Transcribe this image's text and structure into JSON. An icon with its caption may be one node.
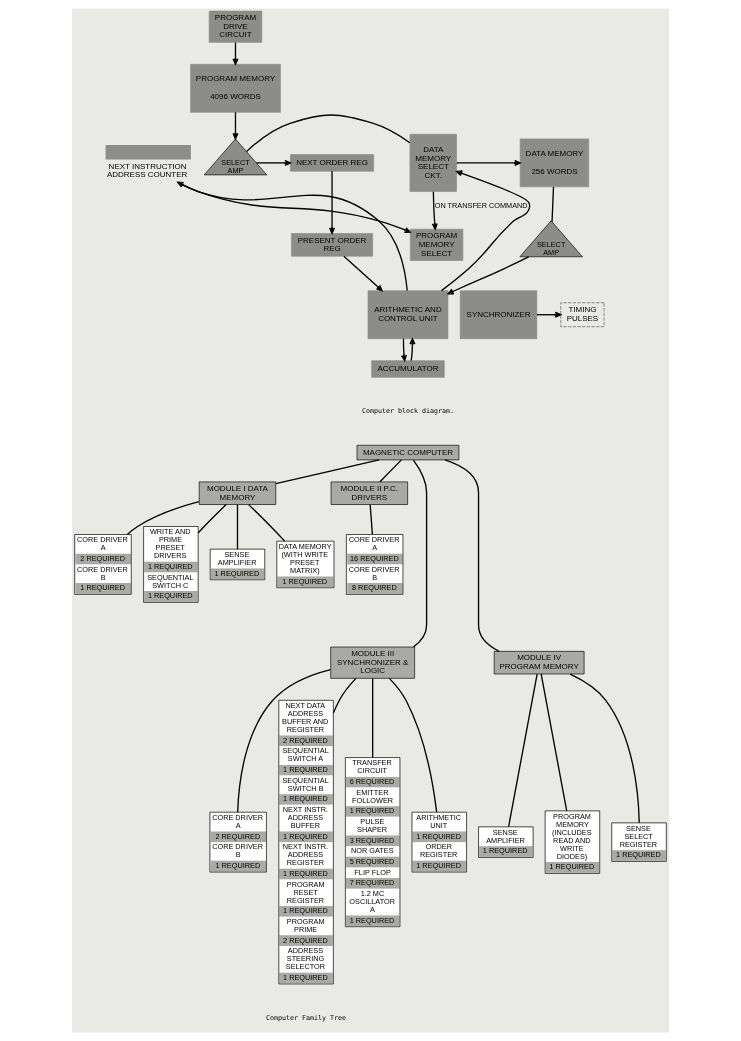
{
  "diagram": {
    "nodes": [
      {
        "text": [
          "PROGRAM MEMORY SELECT"
        ]
      },
      {
        "text": [
          "PROGRAM DRIVE CIRCUIT"
        ]
      },
      {
        "text": [
          "PROGRAM MEMORY",
          "4096 WORDS"
        ]
      },
      {
        "text": [
          "NEXT INSTRUCTION ADDRESS COUNTER"
        ]
      },
      {
        "text": [
          "DATA MEMORY SELECT CKT."
        ]
      },
      {
        "text": [
          "DATA MEMORY",
          "256 WORDS"
        ]
      },
      {
        "text": [
          "SELECT AMP"
        ]
      },
      {
        "text": [
          "NEXT ORDER REG"
        ]
      },
      {
        "text": [
          "PRESENT ORDER REG"
        ]
      },
      {
        "text": [
          "SYNCHRONIZER"
        ]
      },
      {
        "text": [
          "ARITHMETIC AND CONTROL UNIT"
        ]
      },
      {
        "text": [
          "ACCUMULATOR"
        ]
      },
      {
        "text": [
          "SELECT AMP"
        ]
      },
      {
        "text": [
          "TIMING PULSES"
        ]
      },
      {
        "text": [
          "MAGNETIC COMPUTER"
        ]
      },
      {
        "text": [
          "MODULE I DATA MEMORY"
        ]
      },
      {
        "text": [
          "WRITE AND PRIME PRESET DRIVERS",
          "1 REQUIRED",
          "SEQUENTIAL SWITCH C",
          "1 REQUIRED"
        ]
      },
      {
        "text": [
          "SENSE AMPLIFIER",
          "1 REQUIRED"
        ]
      },
      {
        "text": [
          "DATA MEMORY (WITH WRITE PRESET MATRIX)",
          "1 REQUIRED"
        ]
      },
      {
        "text": [
          "CORE DRIVER A",
          "2 REQUIRED",
          "CORE DRIVER B",
          "1 REQUIRED"
        ]
      },
      {
        "text": [
          "MODULE II P.C. DRIVERS"
        ]
      },
      {
        "text": [
          "CORE DRIVER A",
          "16 REQUIRED",
          "CORE DRIVER B",
          "8 REQUIRED"
        ]
      },
      {
        "text": [
          "MODULE III SYNCHRONIZER & LOGIC"
        ]
      },
      {
        "text": [
          "NEXT DATA ADDRESS BUFFER AND REGISTER",
          "2 REQUIRED",
          "SEQUENTIAL SWITCH A",
          "1 REQUIRED",
          "SEQUENTIAL SWITCH B",
          "1 REQUIRED",
          "NEXT INSTR. ADDRESS BUFFER",
          "1 REQUIRED",
          "NEXT INSTR. ADDRESS REGISTER",
          "1 REQUIRED",
          "PROGRAM RESET REGISTER",
          "1 REQUIRED",
          "PROGRAM PRIME",
          "2 REQUIRED",
          "ADDRESS STEERING SELECTOR",
          "1 REQUIRED"
        ]
      },
      {
        "text": [
          "TRANSFER CIRCUIT",
          "6 REQUIRED",
          "EMITTER FOLLOWER",
          "1 REQUIRED",
          "PULSE SHAPER",
          "3 REQUIRED",
          "NOR GATES",
          "5 REQUIRED",
          "FLIP FLOP",
          "7 REQUIRED",
          "1.2 MC OSCILLATOR A",
          "1 REQUIRED"
        ]
      },
      {
        "text": [
          "ARITHMETIC UNIT",
          "1 REQUIRED",
          "ORDER REGISTER",
          "1 REQUIRED"
        ]
      },
      {
        "text": [
          "CORE DRIVER A",
          "2 REQUIRED",
          "CORE DRIVER B",
          "1 REQUIRED"
        ]
      },
      {
        "text": [
          "MODULE IV PROGRAM MEMORY"
        ]
      },
      {
        "text": [
          "SENSE SELECT REGISTER",
          "1 REQUIRED"
        ]
      },
      {
        "text": [
          "SENSE AMPLIFIER",
          "1 REQUIRED"
        ]
      },
      {
        "text": [
          "PROGRAM MEMORY (INCLUDES READ AND WRITE DIODES)",
          "1 REQUIRED"
        ]
      }
    ],
    "edges": [
      {
        "from": 4,
        "to": 0,
        "arrow": "to",
        "label": "ON TRANSFER COMMAND"
      },
      {
        "from": 1,
        "to": 2,
        "arrow": "to"
      },
      {
        "from": 3,
        "to": 0,
        "arrow": "to"
      },
      {
        "from": 2,
        "to": 6,
        "arrow": "to"
      },
      {
        "from": 6,
        "to": 7,
        "arrow": "to"
      },
      {
        "from": 6,
        "to": 4,
        "arrow": "none"
      },
      {
        "from": 10,
        "to": 3,
        "arrow": "to"
      },
      {
        "from": 10,
        "to": 4,
        "arrow": "to"
      },
      {
        "from": 4,
        "to": 5,
        "arrow": "to"
      },
      {
        "from": 5,
        "to": 12,
        "arrow": "none"
      },
      {
        "from": 12,
        "to": 10,
        "arrow": "to"
      },
      {
        "from": 7,
        "to": 8,
        "arrow": "to"
      },
      {
        "from": 8,
        "to": 10,
        "arrow": "to"
      },
      {
        "from": 9,
        "to": 13,
        "arrow": "to"
      },
      {
        "from": 10,
        "to": 11,
        "arrow": "to"
      },
      {
        "from": 11,
        "to": 10,
        "arrow": "to"
      },
      {
        "from": 14,
        "to": 15,
        "arrow": "none"
      },
      {
        "from": 14,
        "to": 20,
        "arrow": "none"
      },
      {
        "from": 14,
        "to": 22,
        "arrow": "none"
      },
      {
        "from": 14,
        "to": 27,
        "arrow": "none"
      },
      {
        "from": 15,
        "to": 16,
        "arrow": "none"
      },
      {
        "from": 15,
        "to": 17,
        "arrow": "none"
      },
      {
        "from": 15,
        "to": 18,
        "arrow": "none"
      },
      {
        "from": 15,
        "to": 19,
        "arrow": "none"
      },
      {
        "from": 20,
        "to": 21,
        "arrow": "none"
      },
      {
        "from": 22,
        "to": 23,
        "arrow": "none"
      },
      {
        "from": 22,
        "to": 24,
        "arrow": "none"
      },
      {
        "from": 22,
        "to": 25,
        "arrow": "none"
      },
      {
        "from": 22,
        "to": 26,
        "arrow": "none"
      },
      {
        "from": 27,
        "to": 28,
        "arrow": "none"
      },
      {
        "from": 27,
        "to": 29,
        "arrow": "none"
      },
      {
        "from": 27,
        "to": 30,
        "arrow": "none"
      }
    ],
    "labels": [
      "Computer block diagram.",
      "Computer Family Tree"
    ]
  }
}
